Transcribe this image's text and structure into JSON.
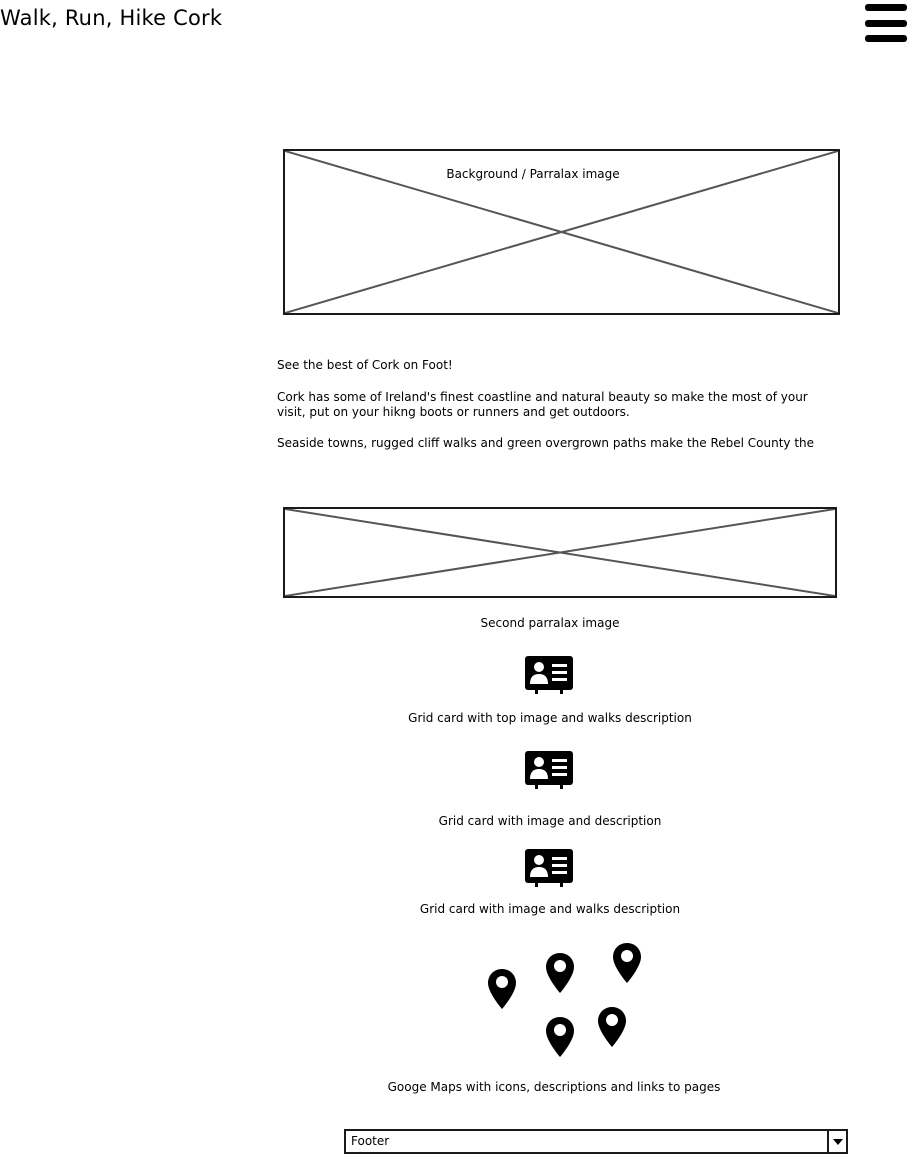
{
  "header": {
    "title": "Walk, Run, Hike Cork",
    "menu_icon": "hamburger-menu-icon"
  },
  "hero": {
    "label": "Background / Parralax image"
  },
  "intro": {
    "heading": "See the best of Cork on Foot!",
    "paragraph1": "Cork has some of Ireland's finest coastline and natural beauty so make the most of your visit, put on your hikng boots or runners and get outdoors.",
    "paragraph2": "Seaside towns, rugged cliff walks and green overgrown paths make the Rebel County the"
  },
  "second_image": {
    "label": "Second parralax image"
  },
  "cards": [
    {
      "icon": "contact-card-icon",
      "label": "Grid card with top image and walks description"
    },
    {
      "icon": "contact-card-icon",
      "label": "Grid card with image and description"
    },
    {
      "icon": "contact-card-icon",
      "label": "Grid card with image and walks description"
    }
  ],
  "map": {
    "icon": "map-pin-icon",
    "label": "Googe Maps with icons, descriptions and links to pages"
  },
  "footer": {
    "selected": "Footer"
  }
}
